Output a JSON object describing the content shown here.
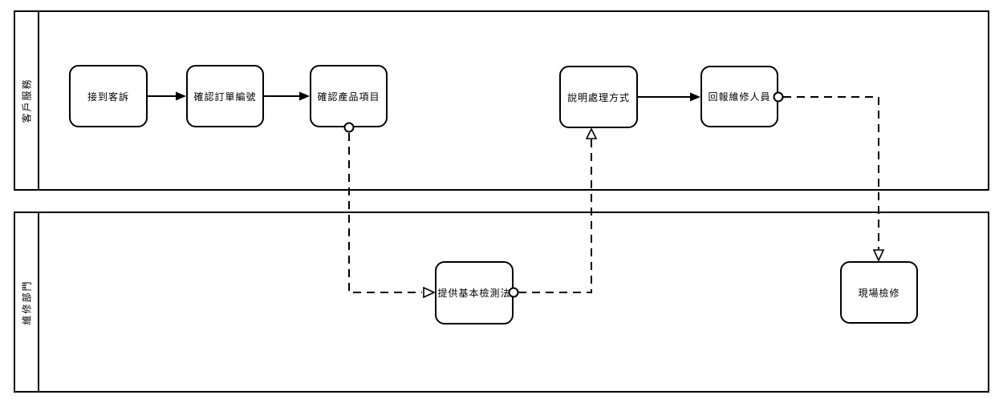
{
  "diagram": {
    "type": "bpmn-swimlane-flowchart",
    "colors": {
      "stroke": "#000000",
      "fill": "#ffffff",
      "text": "#000000"
    },
    "lanes": [
      {
        "id": "customer-service",
        "label": "客戶服務"
      },
      {
        "id": "repair-department",
        "label": "維修部門"
      }
    ],
    "nodes": [
      {
        "id": "receive-complaint",
        "lane": "customer-service",
        "label": "接到客訴"
      },
      {
        "id": "confirm-order-number",
        "lane": "customer-service",
        "label": "確認訂單編號"
      },
      {
        "id": "confirm-product-item",
        "lane": "customer-service",
        "label": "確認產品項目"
      },
      {
        "id": "explain-handling",
        "lane": "customer-service",
        "label": "說明處理方式"
      },
      {
        "id": "report-repair-staff",
        "lane": "customer-service",
        "label": "回報維修人員"
      },
      {
        "id": "provide-basic-test",
        "lane": "repair-department",
        "label": "提供基本檢測法"
      },
      {
        "id": "onsite-repair",
        "lane": "repair-department",
        "label": "現場檢修"
      }
    ],
    "edges": [
      {
        "from": "接到客訴",
        "to": "確認訂單編號",
        "style": "solid-arrow"
      },
      {
        "from": "確認訂單編號",
        "to": "確認產品項目",
        "style": "solid-arrow"
      },
      {
        "from": "說明處理方式",
        "to": "回報維修人員",
        "style": "solid-arrow"
      },
      {
        "from": "確認產品項目",
        "to": "提供基本檢測法",
        "style": "dashed-message-flow"
      },
      {
        "from": "提供基本檢測法",
        "to": "說明處理方式",
        "style": "dashed-message-flow"
      },
      {
        "from": "回報維修人員",
        "to": "現場檢修",
        "style": "dashed-message-flow"
      }
    ]
  }
}
